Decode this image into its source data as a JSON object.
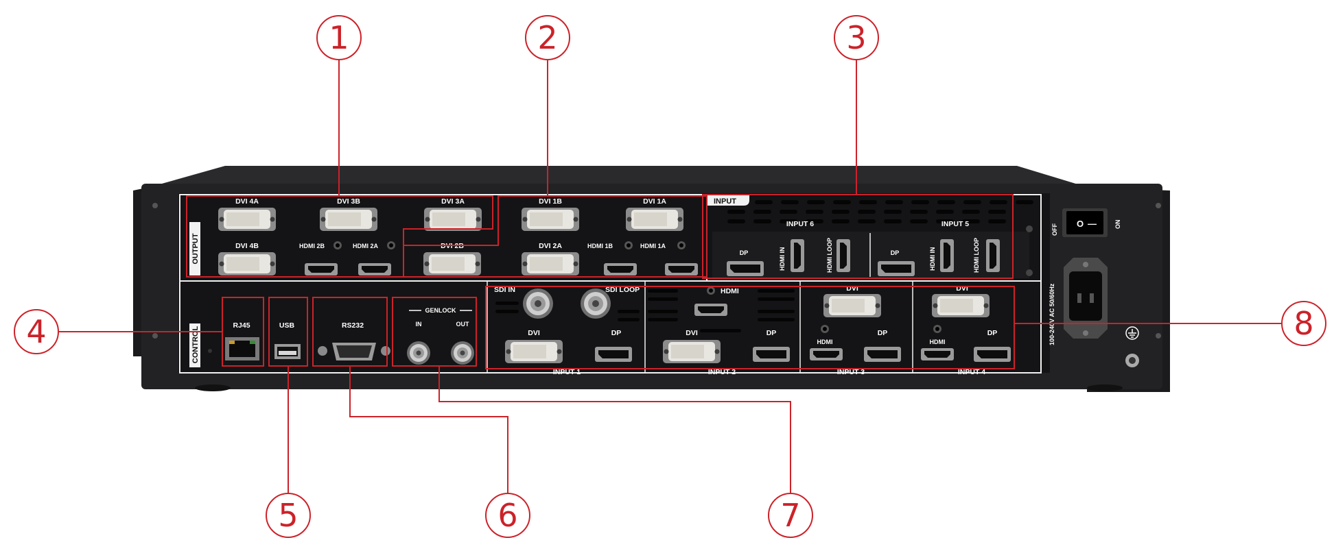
{
  "callouts": [
    "1",
    "2",
    "3",
    "4",
    "5",
    "6",
    "7",
    "8"
  ],
  "output": {
    "section_label": "OUTPUT",
    "ports": [
      "DVI 4A",
      "DVI 3B",
      "DVI 3A",
      "DVI 1B",
      "DVI 1A",
      "DVI 4B",
      "HDMI 2B",
      "HDMI 2A",
      "DVI 2B",
      "DVI 2A",
      "HDMI 1B",
      "HDMI 1A"
    ]
  },
  "input_top": {
    "header": "INPUT",
    "input6": {
      "label": "INPUT 6",
      "dp": "DP",
      "hdmi_in": "HDMI IN",
      "hdmi_loop": "HDMI LOOP"
    },
    "input5": {
      "label": "INPUT 5",
      "dp": "DP",
      "hdmi_in": "HDMI IN",
      "hdmi_loop": "HDMI LOOP"
    }
  },
  "control": {
    "section_label": "CONTROL",
    "rj45": "RJ45",
    "usb": "USB",
    "rs232": "RS232",
    "genlock": "GENLOCK",
    "genlock_in": "IN",
    "genlock_out": "OUT"
  },
  "input_bottom": {
    "input1": {
      "label": "INPUT 1",
      "sdi_in": "SDI IN",
      "sdi_loop": "SDI LOOP",
      "dvi": "DVI",
      "dp": "DP"
    },
    "input2": {
      "label": "INPUT 2",
      "hdmi": "HDMI",
      "dvi": "DVI",
      "dp": "DP"
    },
    "input3": {
      "label": "INPUT 3",
      "dvi": "DVI",
      "hdmi": "HDMI",
      "dp": "DP"
    },
    "input4": {
      "label": "INPUT 4",
      "dvi": "DVI",
      "hdmi": "HDMI",
      "dp": "DP"
    }
  },
  "power": {
    "off": "OFF",
    "on": "ON",
    "switch_off": "O",
    "switch_on": "—",
    "voltage": "100-240V AC 50/60Hz"
  },
  "colors": {
    "callout": "#cc2229",
    "chassis": "#222224",
    "panel": "#141416",
    "label": "#ffffff"
  }
}
